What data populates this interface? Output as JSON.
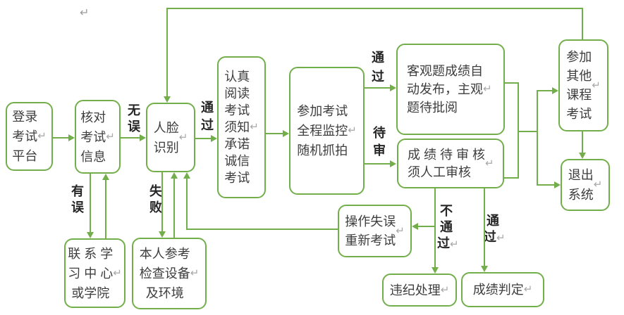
{
  "diagram": {
    "colors": {
      "line_green": "#72AF4A",
      "node_text": "#3d3d3d",
      "label_text": "#262626",
      "mark_gray": "#a8a8a8",
      "background": "#ffffff"
    },
    "stray_mark": "↵",
    "nodes": {
      "login": {
        "lines": [
          "登录",
          "考试",
          "平台↵"
        ]
      },
      "verify": {
        "lines": [
          "核对",
          "考试",
          "信息↵"
        ]
      },
      "face": {
        "lines": [
          "人脸",
          "识别↵"
        ]
      },
      "read_notice": {
        "lines": [
          "认真",
          "阅读",
          "考试",
          "须知",
          "承诺",
          "诚信",
          "考试↵"
        ]
      },
      "take_exam": {
        "lines": [
          "参加考试",
          "全程监控",
          "随机抓拍↵"
        ]
      },
      "objective_score": {
        "lines": [
          "客观题成绩自",
          "动发布，主观",
          "题待批阅↵"
        ]
      },
      "pending_review": {
        "lines": [
          "成 绩 待 审 核",
          "须人工审核↵"
        ]
      },
      "other_course": {
        "lines": [
          "参加",
          "其他",
          "课程",
          "考试↵"
        ]
      },
      "exit_system": {
        "lines": [
          "退出",
          "系统↵"
        ]
      },
      "retry_exam": {
        "lines": [
          "操作失误",
          "重新考试↵"
        ]
      },
      "violation": {
        "lines": [
          "违纪处理↵"
        ]
      },
      "score_judge": {
        "lines": [
          "成绩判定↵"
        ]
      },
      "contact_center": {
        "lines": [
          "联 系 学",
          "习 中 心",
          "或学院↵"
        ]
      },
      "self_check": {
        "lines": [
          "本人参考",
          "检查设备",
          "及环境 ↵"
        ]
      }
    },
    "edge_labels": {
      "no_error": {
        "lines": [
          "无",
          "误"
        ]
      },
      "pass_face": {
        "lines": [
          "通",
          "过"
        ]
      },
      "has_error": {
        "lines": [
          "有",
          "误"
        ]
      },
      "fail": {
        "lines": [
          "失",
          "败"
        ]
      },
      "pass_exam": {
        "lines": [
          "通",
          "过"
        ]
      },
      "pending": {
        "lines": [
          "待",
          "审"
        ]
      },
      "not_pass": {
        "lines": [
          "不",
          "通",
          "过↵"
        ]
      },
      "pass_review": {
        "lines": [
          "通",
          "过↵"
        ]
      }
    }
  }
}
